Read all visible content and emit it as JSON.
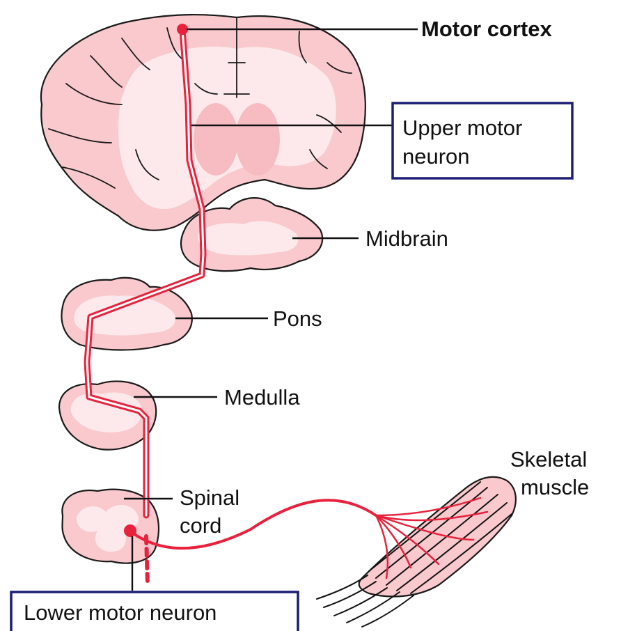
{
  "labels": {
    "motor_cortex": "Motor cortex",
    "upper_motor_neuron_line1": "Upper motor",
    "upper_motor_neuron_line2": "neuron",
    "midbrain": "Midbrain",
    "pons": "Pons",
    "medulla": "Medulla",
    "spinal_cord_line1": "Spinal",
    "spinal_cord_line2": "cord",
    "skeletal_muscle_line1": "Skeletal",
    "skeletal_muscle_line2": "muscle",
    "lower_motor_neuron": "Lower motor neuron"
  },
  "colors": {
    "tissue": "#f9c9cd",
    "tissue_light": "#fde9eb",
    "nerve": "#e8223c",
    "box_border": "#1c1f73",
    "text": "#111111"
  }
}
